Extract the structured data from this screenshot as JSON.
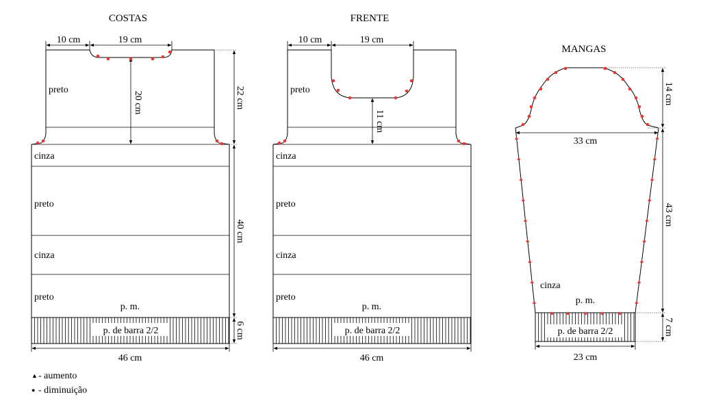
{
  "pieces": {
    "back": {
      "title": "COSTAS",
      "neck_side": "10 cm",
      "neck_width": "19 cm",
      "neck_depth": "20 cm",
      "armhole_height": "22 cm",
      "body_height": "40 cm",
      "rib_height": "6 cm",
      "width": "46 cm"
    },
    "front": {
      "title": "FRENTE",
      "neck_side": "10 cm",
      "neck_width": "19 cm",
      "neck_depth": "11 cm",
      "width": "46 cm"
    },
    "sleeves": {
      "title": "MANGAS",
      "cap_width": "33 cm",
      "cap_height": "14 cm",
      "sleeve_length": "43 cm",
      "cuff_height": "7 cm",
      "cuff_width": "23 cm"
    }
  },
  "labels": {
    "black": "preto",
    "gray": "cinza",
    "stockinette": "p. m.",
    "rib": "p. de barra 2/2"
  },
  "legend": {
    "increase_label": "- aumento",
    "decrease_label": "- diminuição",
    "increase_symbol": "▲",
    "decrease_symbol": "●"
  },
  "colors": {
    "marker": "#e53935",
    "line": "#000000"
  }
}
